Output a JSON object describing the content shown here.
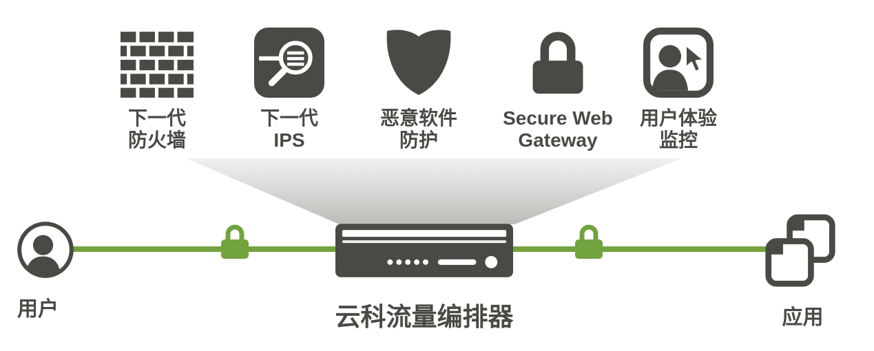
{
  "services": [
    {
      "id": "ngfw",
      "icon": "firewall-icon",
      "line1": "下一代",
      "line2": "防火墙"
    },
    {
      "id": "ngips",
      "icon": "ips-inspection-icon",
      "line1": "下一代",
      "line2": "IPS"
    },
    {
      "id": "malware",
      "icon": "shield-icon",
      "line1": "恶意软件",
      "line2": "防护"
    },
    {
      "id": "swg",
      "icon": "lock-icon",
      "line1": "Secure Web",
      "line2": "Gateway"
    },
    {
      "id": "uxm",
      "icon": "user-experience-icon",
      "line1": "用户体验",
      "line2": "监控"
    }
  ],
  "flow": {
    "user_label": "用户",
    "orchestrator_label": "云科流量编排器",
    "app_label": "应用"
  },
  "colors": {
    "dark_gray": "#4a4a45",
    "green": "#73a33f",
    "funnel_top": "#f2f1f0",
    "funnel_bottom": "#bdbcb9"
  }
}
